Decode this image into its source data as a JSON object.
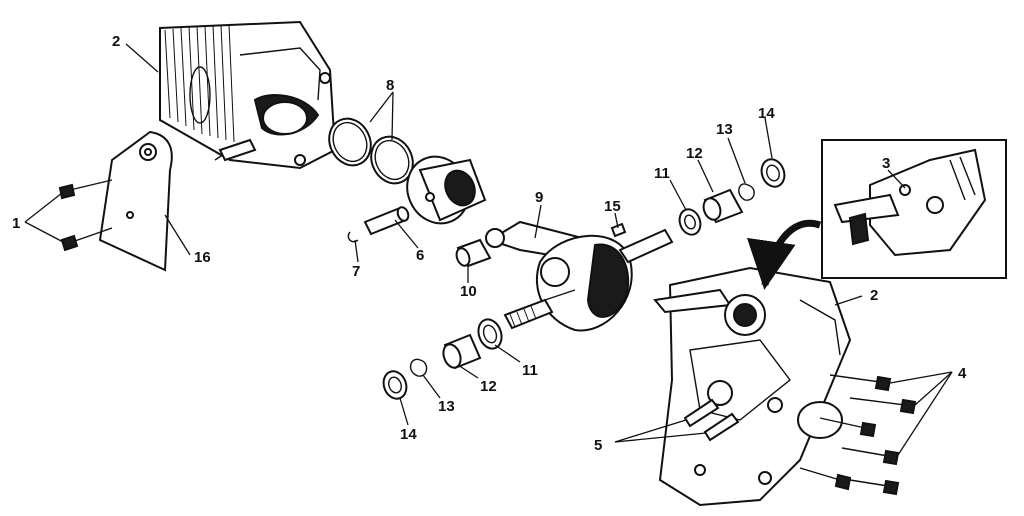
{
  "labels": {
    "l1": "1",
    "l2_cylinder": "2",
    "l2_crankcase": "2",
    "l3": "3",
    "l4": "4",
    "l5": "5",
    "l6": "6",
    "l7": "7",
    "l8": "8",
    "l9": "9",
    "l10": "10",
    "l11_upper": "11",
    "l11_lower": "11",
    "l12_upper": "12",
    "l12_lower": "12",
    "l13_upper": "13",
    "l13_lower": "13",
    "l14_upper": "14",
    "l14_lower": "14",
    "l15": "15",
    "l16": "16"
  }
}
